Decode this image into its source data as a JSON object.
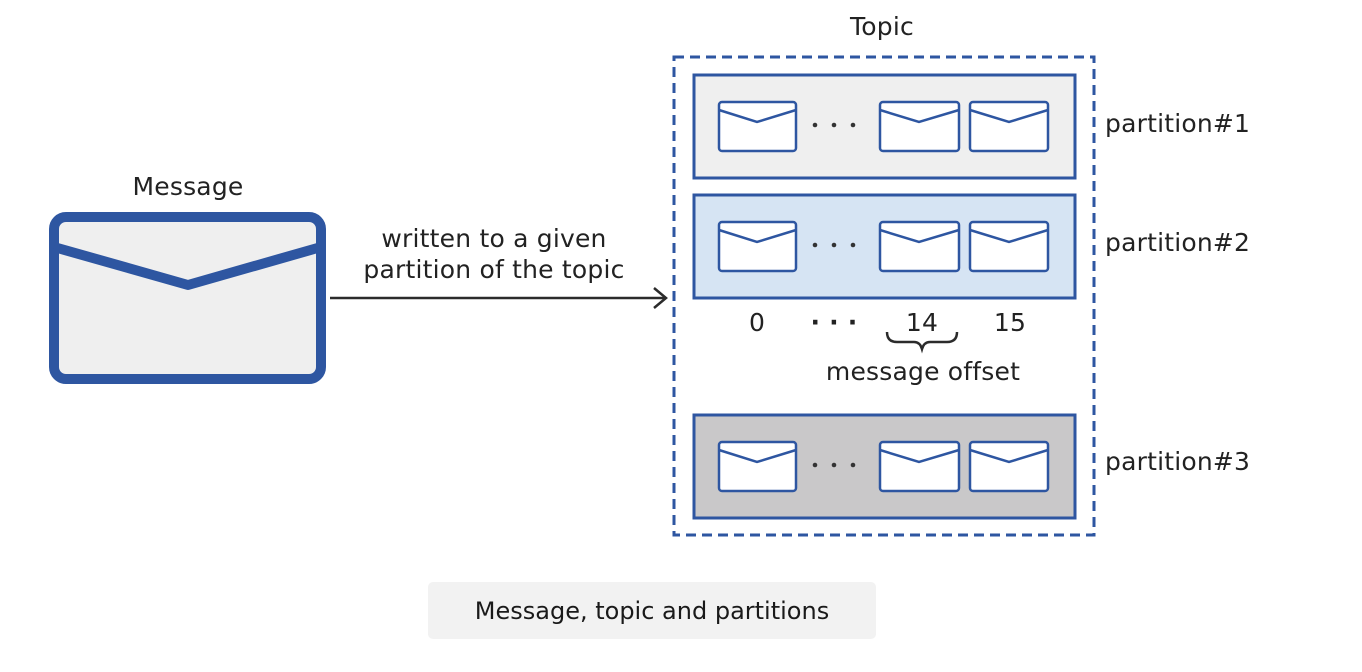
{
  "message": {
    "label": "Message"
  },
  "arrow": {
    "line1": "written to a given",
    "line2": "partition of the topic"
  },
  "topic": {
    "label": "Topic",
    "partitions": [
      {
        "label": "partition#1",
        "fill": "#efefef"
      },
      {
        "label": "partition#2",
        "fill": "#d6e4f3"
      },
      {
        "label": "partition#3",
        "fill": "#c9c8c9"
      }
    ]
  },
  "offsets": {
    "first": "0",
    "dots": "· · ·",
    "middle": "14",
    "last": "15",
    "caption": "message offset"
  },
  "caption": "Message, topic and partitions",
  "colors": {
    "accent": "#2e56a1",
    "text": "#222222"
  }
}
